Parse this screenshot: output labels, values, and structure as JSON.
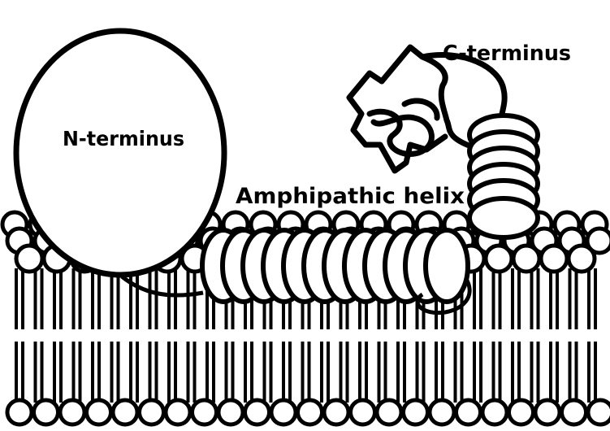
{
  "labels": {
    "n_terminus": "N-terminus",
    "c_terminus": "C-terminus",
    "amphipathic_helix": "Amphipathic helix"
  },
  "colors": {
    "stroke": "#000000",
    "fill": "#ffffff"
  }
}
